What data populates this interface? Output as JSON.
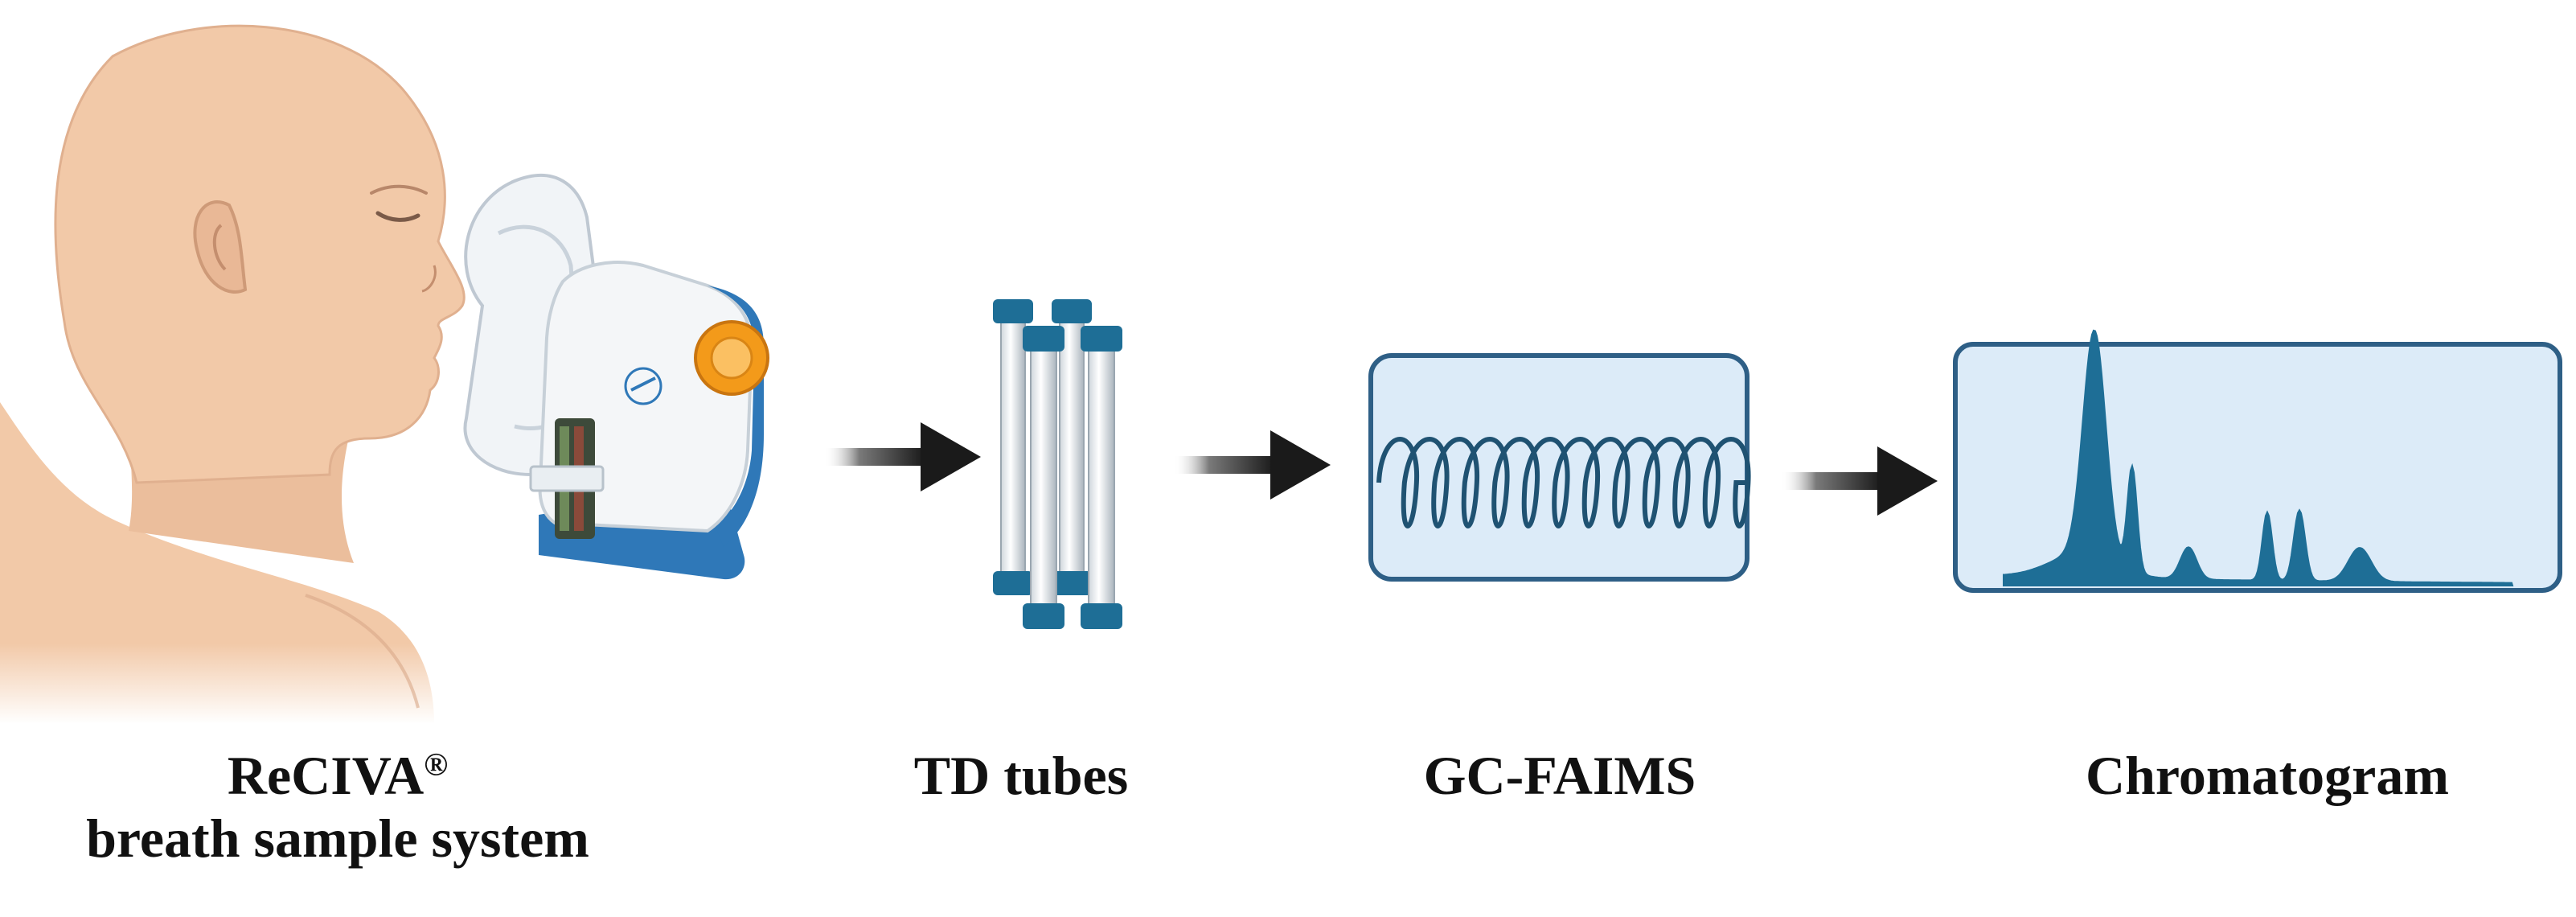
{
  "labels": {
    "reciva_name": "ReCIVA",
    "reciva_mark": "®",
    "reciva_sub": "breath sample system",
    "td_tubes": "TD tubes",
    "gc_faims": "GC-FAIMS",
    "chromatogram": "Chromatogram"
  },
  "colors": {
    "skin": "#F2C9A8",
    "skin_shade": "#D9A888",
    "device_white": "#F4F6F8",
    "device_blue": "#2F78B8",
    "tube_blue": "#1E6E96",
    "panel_fill": "#DCEBF8",
    "panel_stroke": "#2E5F86",
    "coil": "#1F5272",
    "peak": "#1E6E96",
    "arrow": "#1A1A1A",
    "orange": "#F39A1A"
  },
  "icons": [
    "person-head-icon",
    "mask-icon",
    "reciva-device-icon",
    "td-tubes-icon",
    "coil-icon",
    "chromatogram-icon",
    "arrow-icon"
  ]
}
